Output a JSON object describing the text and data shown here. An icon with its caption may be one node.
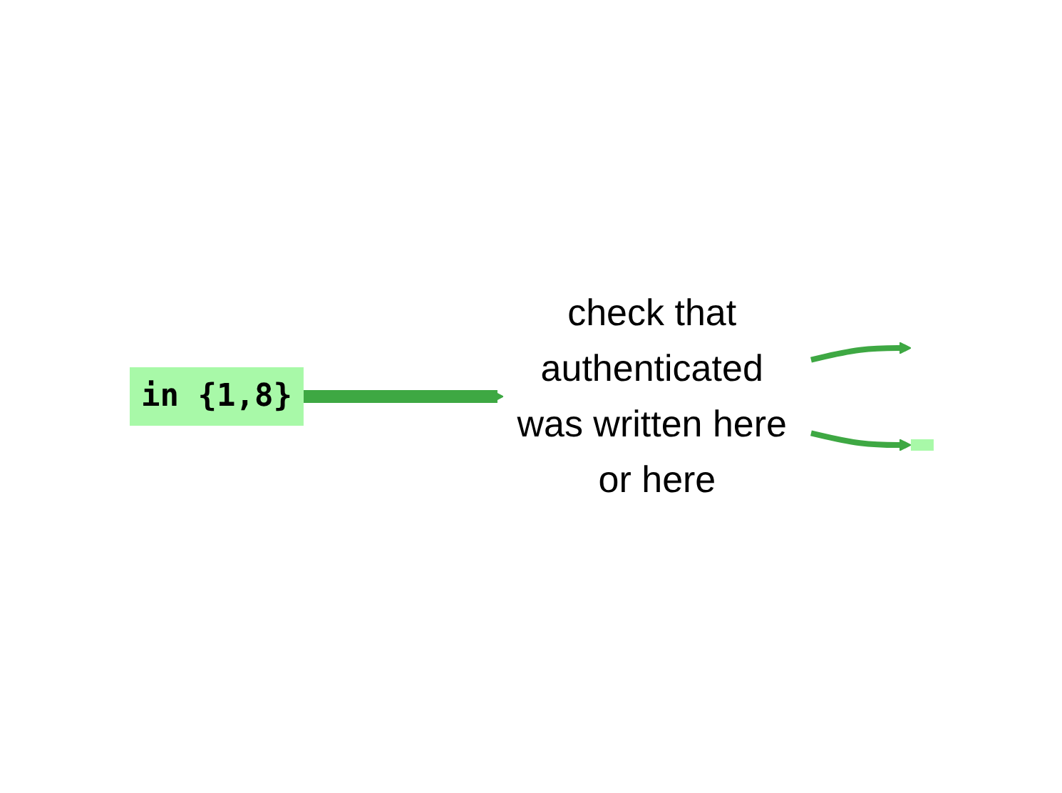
{
  "diagram": {
    "nodes": [
      {
        "text": [
          "in {1,8}"
        ]
      },
      {
        "text": [
          "check that authenticated was written here or here"
        ]
      },
      {
        "text": [],
        "shape": "bar"
      }
    ],
    "edges": [
      {
        "from": 0,
        "to": 1,
        "arrow": "to",
        "style": "thick"
      },
      {
        "from": 1,
        "to": null,
        "arrow": "to"
      },
      {
        "from": 1,
        "to": 2,
        "arrow": "to"
      }
    ]
  }
}
